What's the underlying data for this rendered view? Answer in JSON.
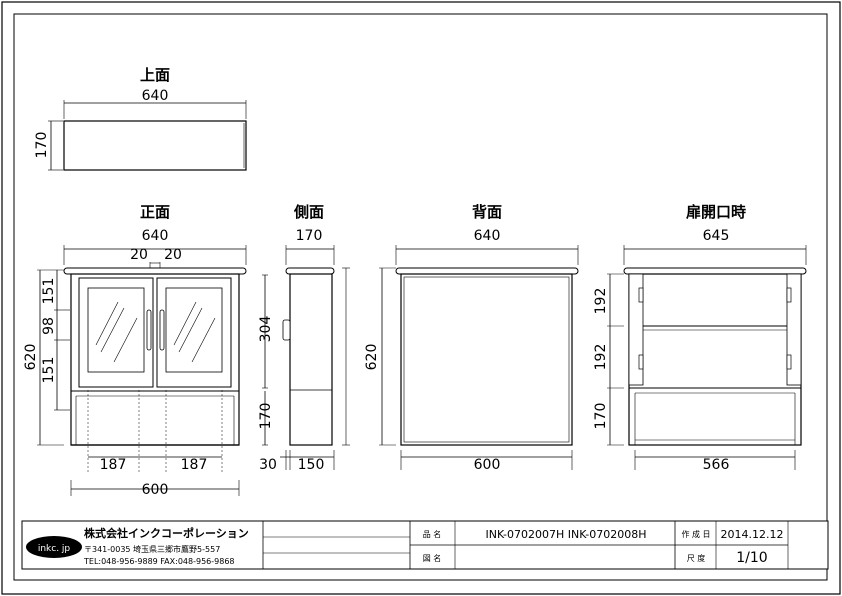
{
  "views": {
    "top": {
      "title": "上面",
      "width": "640",
      "depth": "170"
    },
    "front": {
      "title": "正面",
      "width": "640",
      "gap_left": "20",
      "gap_right": "20",
      "h_total": "620",
      "h_upper": "151",
      "h_mid": "98",
      "h_lower": "151",
      "w_left": "187",
      "w_right": "187",
      "w_inner": "600"
    },
    "side": {
      "title": "側面",
      "depth": "170",
      "h_upper": "304",
      "h_lower": "170",
      "offset": "30",
      "depth_inner": "150"
    },
    "back": {
      "title": "背面",
      "width": "640",
      "height": "620",
      "w_inner": "600"
    },
    "open": {
      "title": "扉開口時",
      "width": "645",
      "h_top": "192",
      "h_mid": "192",
      "h_low": "170",
      "w_inner": "566"
    }
  },
  "title_block": {
    "logo": "inkc. jp",
    "company": "株式会社インクコーポレーション",
    "address": "〒341-0035 埼玉県三郷市鷹野5-557",
    "contact": "TEL:048-956-9889  FAX:048-956-9868",
    "product_label": "品 名",
    "product_value": "INK-0702007H   INK-0702008H",
    "drawing_label": "図 名",
    "drawing_value": "",
    "date_label": "作 成 日",
    "date_value": "2014.12.12",
    "scale_label": "尺 度",
    "scale_value": "1/10"
  }
}
